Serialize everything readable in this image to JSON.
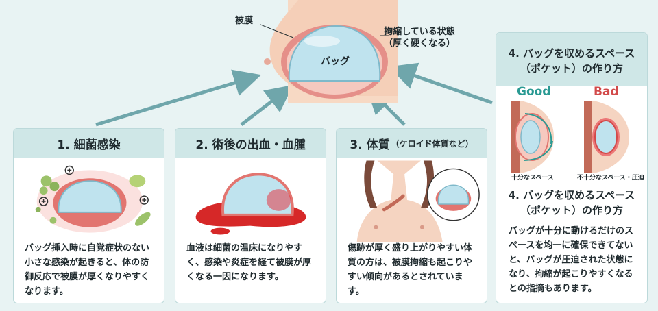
{
  "colors": {
    "background": "#e8f3f3",
    "card_header": "#cfe7e7",
    "arrow": "#6fa6ab",
    "implant_fill": "#bfe3ee",
    "capsule": "#e07a76",
    "good": "#2a9a93",
    "bad": "#d24a4a",
    "blood": "#d62828"
  },
  "top": {
    "capsule_label": "被膜",
    "bag_label": "バッグ",
    "contract_line1": "拘縮している状態",
    "contract_line2": "（厚く硬くなる）"
  },
  "cards": [
    {
      "title": "1. 細菌感染",
      "text": "バッグ挿入時に自覚症状のない小さな感染が起きると、体の防御反応で被膜が厚くなりやすくなります。"
    },
    {
      "title": "2. 術後の出血・血腫",
      "text": "血液は細菌の温床になりやすく、感染や炎症を経て被膜が厚くなる一因になります。"
    },
    {
      "title": "3. 体質",
      "title_small": "（ケロイド体質など）",
      "text": "傷跡が厚く盛り上がりやすい体質の方は、被膜拘縮も起こりやすい傾向があるとされています。"
    }
  ],
  "card4": {
    "title_line1": "4. バッグを収めるスペース",
    "title_line2": "（ポケット）の作り方",
    "good_label": "Good",
    "bad_label": "Bad",
    "good_caption": "十分なスペース",
    "bad_caption": "不十分なスペース・圧迫",
    "sub_line1": "4. バッグを収めるスペース",
    "sub_line2": "（ポケット）の作り方",
    "text": "バッグが十分に動けるだけのスペースを均一に確保できてないと、バッグが圧迫された状態になり、拘縮が起こりやすくなるとの指摘もあります。"
  }
}
